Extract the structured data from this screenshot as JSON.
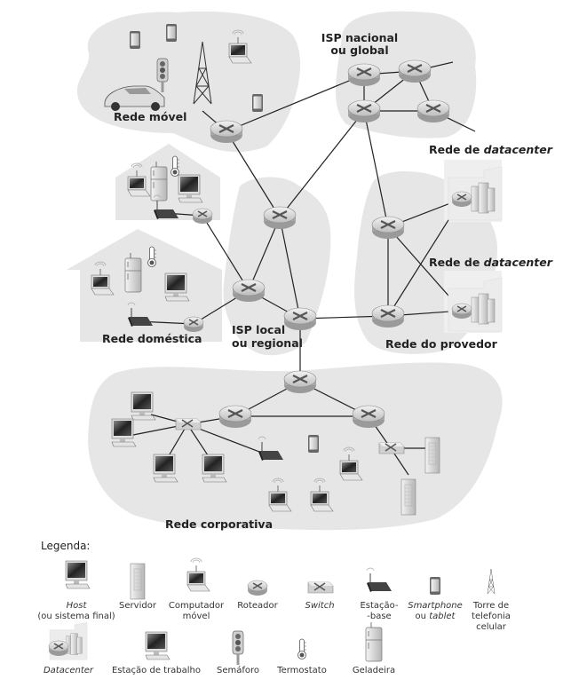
{
  "diagram": {
    "regions": {
      "mobile": "Rede móvel",
      "national_isp_line1": "ISP nacional",
      "national_isp_line2": "ou global",
      "datacenter_top_prefix": "Rede de ",
      "datacenter_top_italic": "datacenter",
      "datacenter_bottom_prefix": "Rede de ",
      "datacenter_bottom_italic": "datacenter",
      "provider": "Rede do provedor",
      "local_isp_line1": "ISP local",
      "local_isp_line2": "ou regional",
      "home": "Rede doméstica",
      "enterprise": "Rede corporativa"
    },
    "legend": {
      "title": "Legenda:",
      "items": [
        {
          "icon": "host-icon",
          "line1": "Host",
          "line1_italic": true,
          "line2": "(ou sistema final)"
        },
        {
          "icon": "server-icon",
          "line1": "Servidor"
        },
        {
          "icon": "laptop-icon",
          "line1": "Computador",
          "line2": "móvel"
        },
        {
          "icon": "router-icon",
          "line1": "Roteador"
        },
        {
          "icon": "switch-icon",
          "line1": "Switch",
          "line1_italic": true
        },
        {
          "icon": "base-station-icon",
          "line1": "Estação-",
          "line2": "-base"
        },
        {
          "icon": "smartphone-icon",
          "line1": "Smartphone",
          "line1_italic": true,
          "line2_prefix": "ou ",
          "line2_italic": "tablet"
        },
        {
          "icon": "cell-tower-icon",
          "line1": "Torre de",
          "line2": "telefonia",
          "line3": "celular"
        },
        {
          "icon": "datacenter-icon",
          "line1": "Datacenter",
          "line1_italic": true
        },
        {
          "icon": "workstation-icon",
          "line1": "Estação de trabalho"
        },
        {
          "icon": "traffic-light-icon",
          "line1": "Semáforo"
        },
        {
          "icon": "thermostat-icon",
          "line1": "Termostato"
        },
        {
          "icon": "fridge-icon",
          "line1": "Geladeira"
        }
      ]
    }
  },
  "colors": {
    "cloud": "#e6e6e6",
    "line": "#222222",
    "router_top": "#dcdcdc",
    "router_side": "#a8a8a8",
    "text": "#222222"
  }
}
